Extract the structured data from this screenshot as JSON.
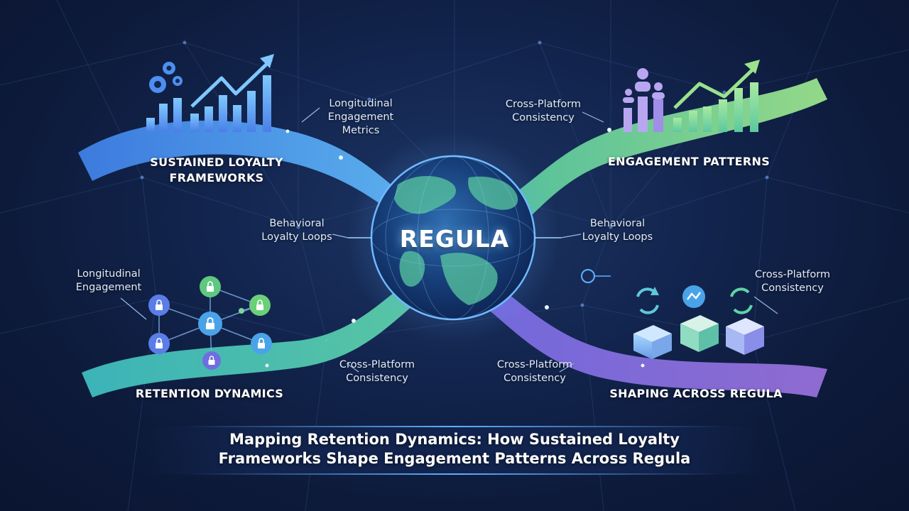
{
  "center": {
    "label": "REGULA"
  },
  "panels": {
    "top_left": {
      "title": "SUSTAINED LOYALTY FRAMEWORKS"
    },
    "top_right": {
      "title": "ENGAGEMENT PATTERNS"
    },
    "bottom_left": {
      "title": "RETENTION DYNAMICS"
    },
    "bottom_right": {
      "title": "SHAPING ACROSS REGULA"
    }
  },
  "callouts": {
    "longitudinal_metrics": "Longitudinal Engagement Metrics",
    "cross_platform_top": "Cross-Platform Consistency",
    "behavioral_left": "Behavioral Loyalty Loops",
    "behavioral_right": "Behavioral Loyalty Loops",
    "longitudinal_engagement": "Longitudinal Engagement",
    "cross_platform_right": "Cross-Platform Consistency",
    "cross_platform_bottom_left": "Cross-Platform Consistency",
    "cross_platform_bottom_right": "Cross-Platform Consistency"
  },
  "headline": {
    "line1": "Mapping Retention Dynamics: How Sustained Loyalty",
    "line2": "Frameworks Shape Engagement Patterns Across Regula"
  },
  "colors": {
    "blue_ribbon": "#4a8ff0",
    "green_ribbon": "#7fd59a",
    "teal_ribbon": "#4ec9c0",
    "purple_ribbon": "#8a6fe0",
    "background": "#0d1a3a"
  }
}
